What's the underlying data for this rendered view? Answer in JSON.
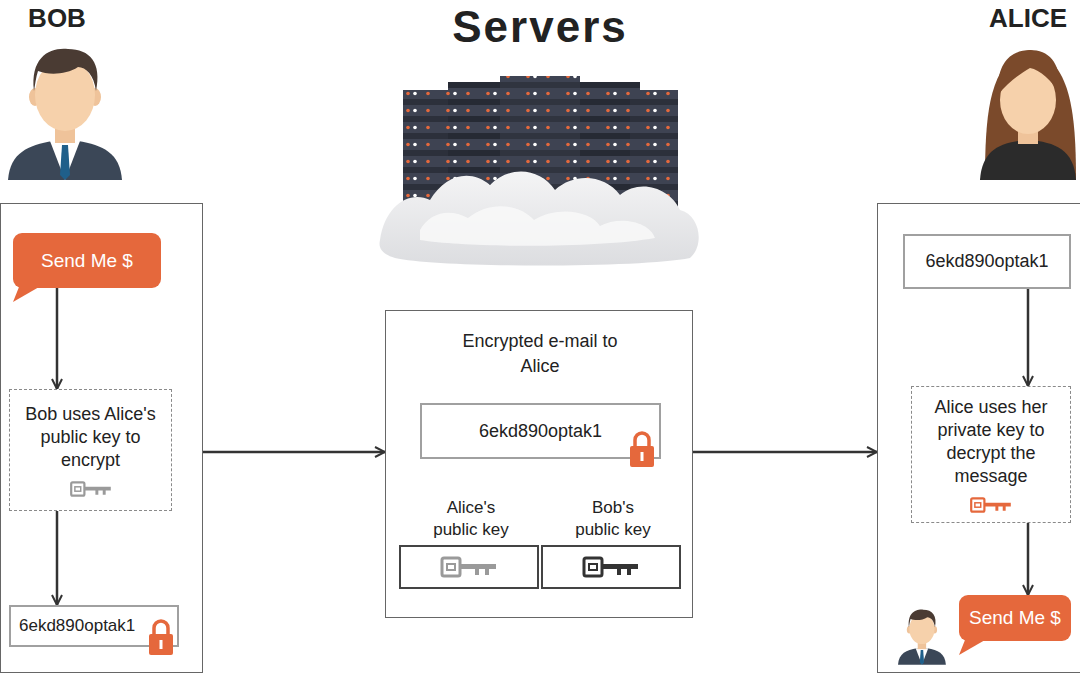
{
  "diagram": {
    "title": "Servers",
    "nodes": [
      {
        "text": [
          "BOB"
        ]
      },
      {
        "text": [
          "Send Me $"
        ],
        "in": 0
      },
      {
        "text": [
          "Bob uses Alice's public key to encrypt"
        ],
        "in": 0
      },
      {
        "text": [
          "6ekd890optak1"
        ],
        "in": 0
      },
      {
        "text": [
          "Encrypted e-mail to Alice"
        ]
      },
      {
        "text": [
          "6ekd890optak1"
        ],
        "in": 4
      },
      {
        "text": [
          "Alice's public key"
        ],
        "in": 4
      },
      {
        "text": [
          "Bob's public key"
        ],
        "in": 4
      },
      {
        "text": [
          "ALICE"
        ]
      },
      {
        "text": [
          "6ekd890optak1"
        ],
        "in": 8
      },
      {
        "text": [
          "Alice uses her private key to decrypt the message"
        ],
        "in": 8
      },
      {
        "text": [
          "Send Me $"
        ],
        "in": 8
      }
    ],
    "edges": [
      {
        "from": 1,
        "to": 2,
        "arrow": "to"
      },
      {
        "from": 2,
        "to": 3,
        "arrow": "to"
      },
      {
        "from": 0,
        "to": 4,
        "arrow": "to"
      },
      {
        "from": 4,
        "to": 8,
        "arrow": "to"
      },
      {
        "from": 9,
        "to": 10,
        "arrow": "to"
      },
      {
        "from": 10,
        "to": 11,
        "arrow": "to"
      }
    ]
  }
}
